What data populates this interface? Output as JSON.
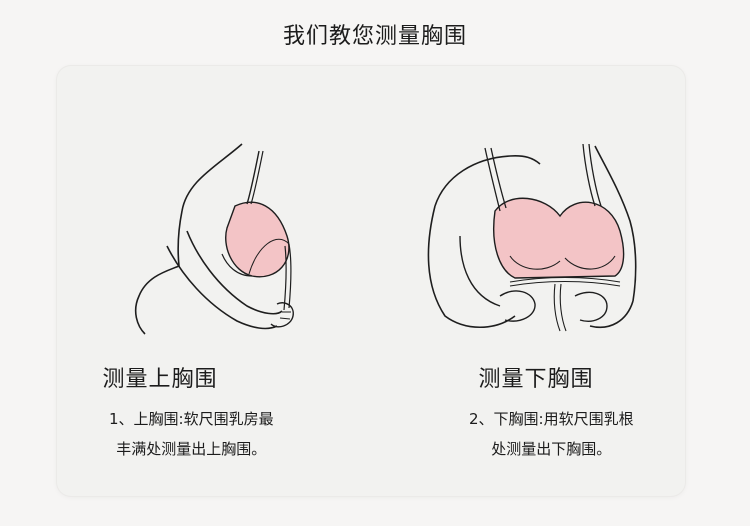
{
  "page": {
    "title": "我们教您测量胸围"
  },
  "panels": [
    {
      "heading": "测量上胸围",
      "lines": [
        "1、上胸围:软尺围乳房最",
        "丰满处测量出上胸围。"
      ]
    },
    {
      "heading": "测量下胸围",
      "lines": [
        "2、下胸围:用软尺围乳根",
        "处测量出下胸围。"
      ]
    }
  ],
  "colors": {
    "bra_pink": "#f3c4c6",
    "line": "#1e1e1e",
    "background": "#f6f5f4",
    "card": "#f2f2f0"
  },
  "icons": [
    "upper-bust-illustration",
    "under-bust-illustration"
  ]
}
